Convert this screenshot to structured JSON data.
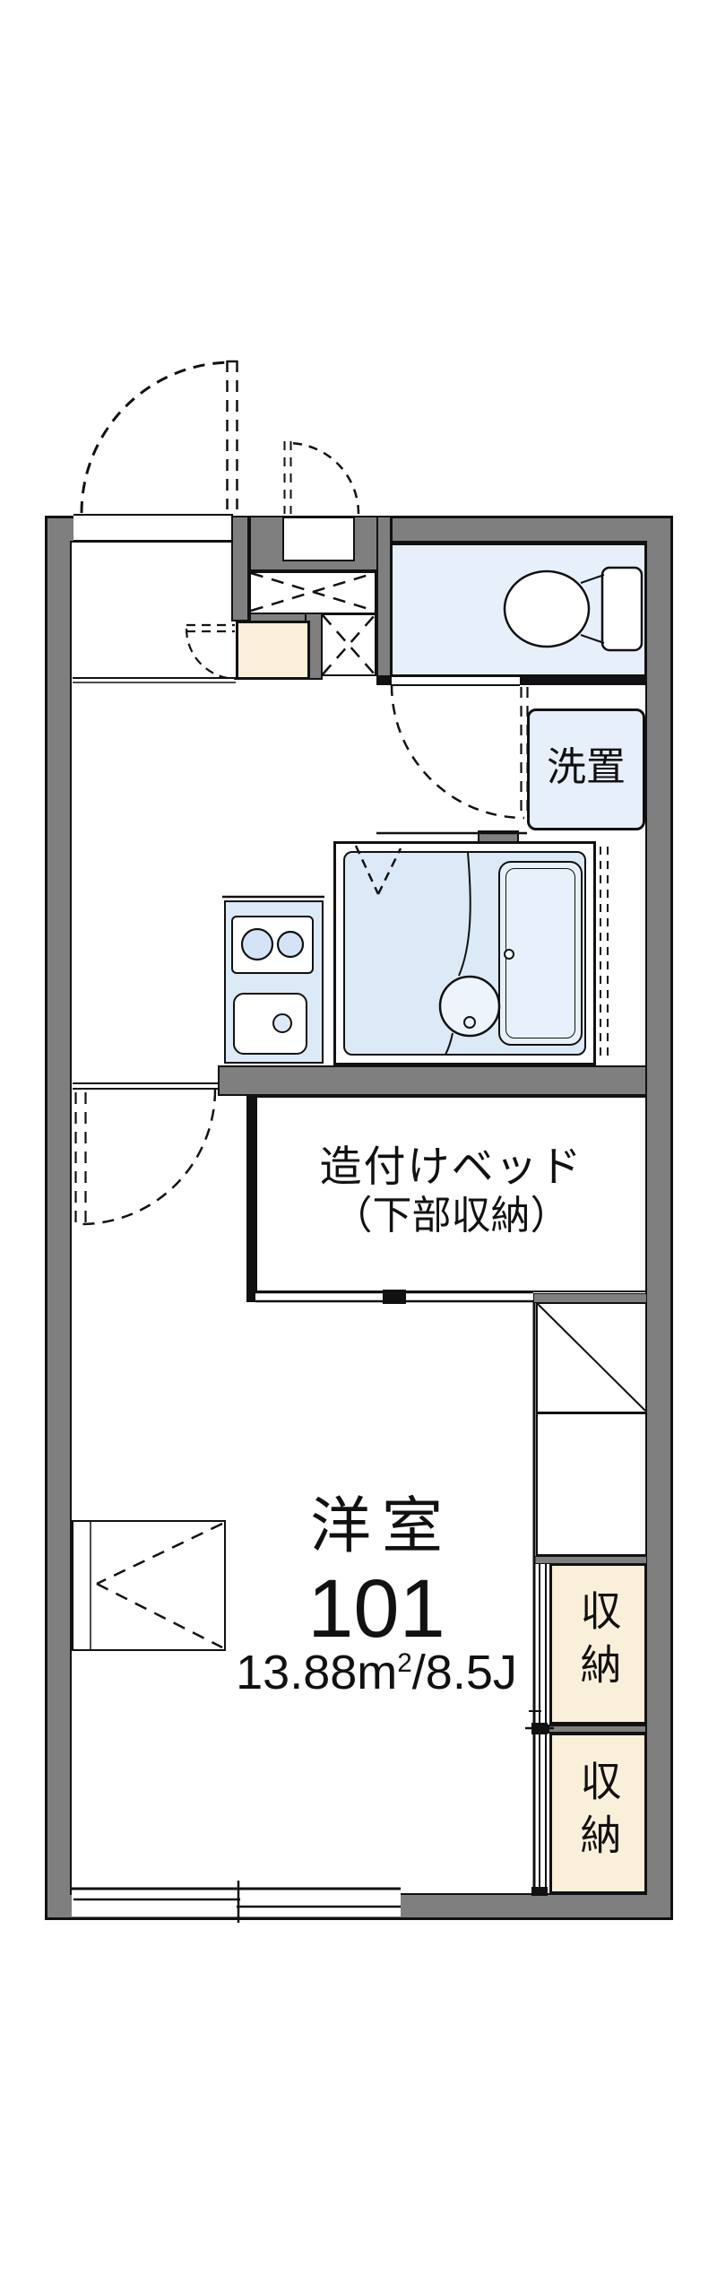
{
  "plan": {
    "title": "floor-plan-room-101",
    "labels": {
      "washer": "洗置",
      "bed_line1": "造付けベッド",
      "bed_line2": "（下部収納）",
      "room_type": "洋室",
      "room_number": "101",
      "area_number": "13.88m",
      "area_superscript": "2",
      "area_suffix": "/8.5J",
      "storage_upper": "収納",
      "storage_lower": "収納"
    },
    "colors": {
      "wall_gray": "#7f7f7f",
      "room_blue": "#e7effb",
      "fixture_blue": "#dce9f7",
      "burner_blue": "#d4e3f5",
      "storage_cream": "#faf0da",
      "line_black": "#111111",
      "background": "#ffffff"
    }
  }
}
